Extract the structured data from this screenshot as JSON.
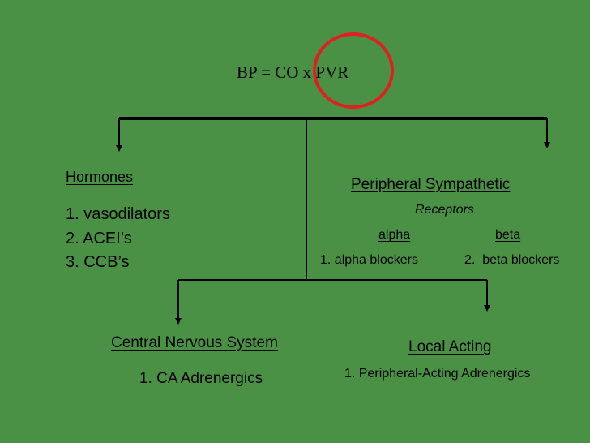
{
  "equation": "BP = CO x PVR",
  "highlight_color": "#e02020",
  "background_color": "#4a9145",
  "hormones": {
    "heading": "Hormones",
    "items": [
      "1. vasodilators",
      "2. ACEI’s",
      "3. CCB’s"
    ]
  },
  "peripheral_sympathetic": {
    "heading": "Peripheral Sympathetic",
    "subheading": "Receptors",
    "alpha_label": "alpha",
    "beta_label": "beta",
    "alpha_item": "1. alpha blockers",
    "beta_item": "2.  beta blockers"
  },
  "central_nervous_system": {
    "heading": "Central Nervous System",
    "item": "1. CA Adrenergics"
  },
  "local_acting": {
    "heading": "Local Acting",
    "item": "1. Peripheral-Acting Adrenergics"
  }
}
